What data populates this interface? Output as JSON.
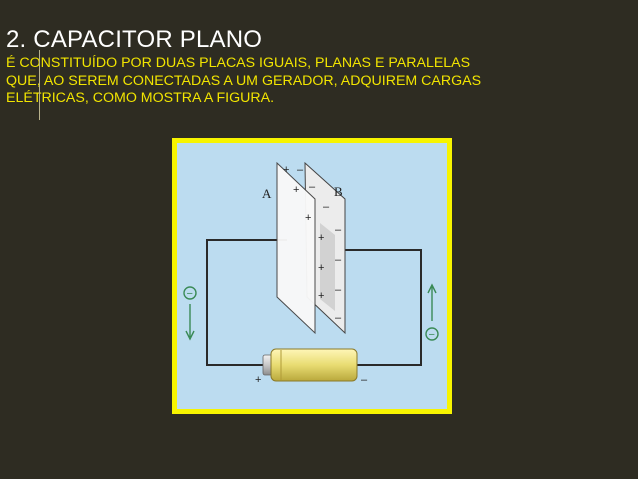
{
  "slide": {
    "title": "2. CAPACITOR PLANO",
    "body_lines": [
      "É CONSTITUÍDO POR DUAS PLACAS IGUAIS, PLANAS E PARALELAS",
      "QUE, AO SEREM CONECTADAS A UM GERADOR, ADQUIREM CARGAS",
      "ELÉTRICAS, COMO MOSTRA A FIGURA."
    ]
  },
  "figure": {
    "plate_a_label": "A",
    "plate_b_label": "B",
    "plus_sign": "+",
    "minus_sign": "–",
    "electron_symbol": "−",
    "battery_positive": "+",
    "battery_negative": "–"
  },
  "colors": {
    "background": "#2e2c22",
    "title": "#ffffff",
    "body_text": "#f2e500",
    "frame_border": "#f7f400",
    "figure_bg": "#bcdcf0",
    "wire": "#2a2a2a",
    "battery": "#e8dc72",
    "electron": "#3a8a56"
  }
}
